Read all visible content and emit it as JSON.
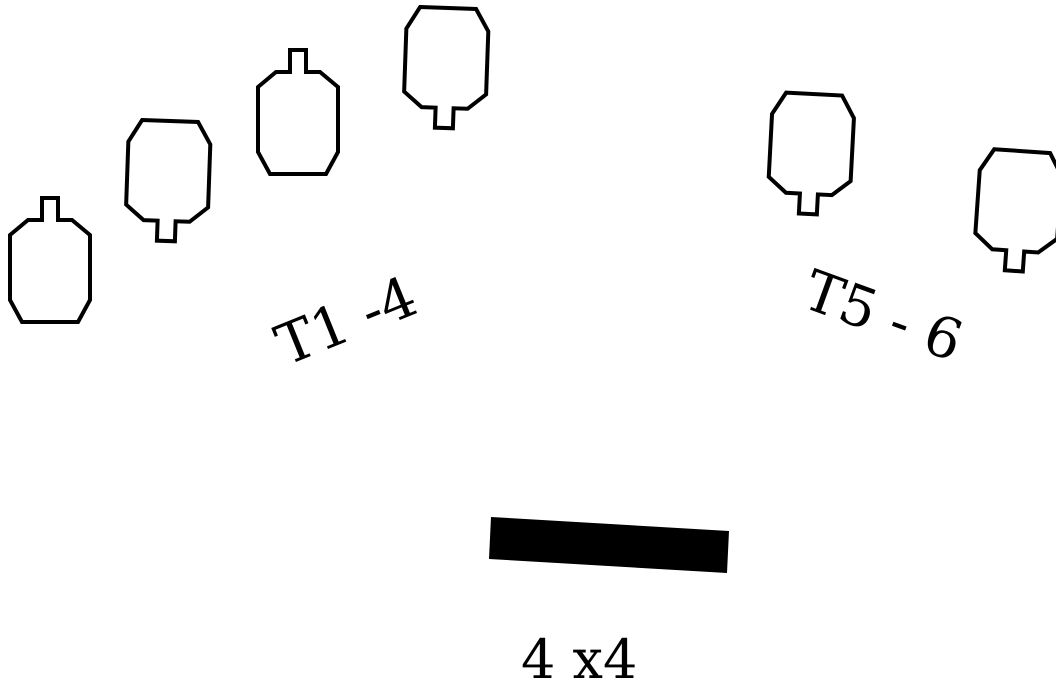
{
  "diagram": {
    "group_left_label": "T1 -4",
    "group_right_label": "T5 - 6",
    "barricade_label": "4 x4",
    "colors": {
      "ink": "#000000",
      "background": "#ffffff"
    },
    "targets": [
      {
        "name": "target-1",
        "icon": "silhouette-target-icon",
        "orientation": "head-up"
      },
      {
        "name": "target-2",
        "icon": "silhouette-target-icon",
        "orientation": "head-down"
      },
      {
        "name": "target-3",
        "icon": "silhouette-target-icon",
        "orientation": "head-up"
      },
      {
        "name": "target-4",
        "icon": "silhouette-target-icon",
        "orientation": "head-down"
      },
      {
        "name": "target-5",
        "icon": "silhouette-target-icon",
        "orientation": "head-down"
      },
      {
        "name": "target-6",
        "icon": "silhouette-target-icon",
        "orientation": "head-down"
      }
    ]
  }
}
